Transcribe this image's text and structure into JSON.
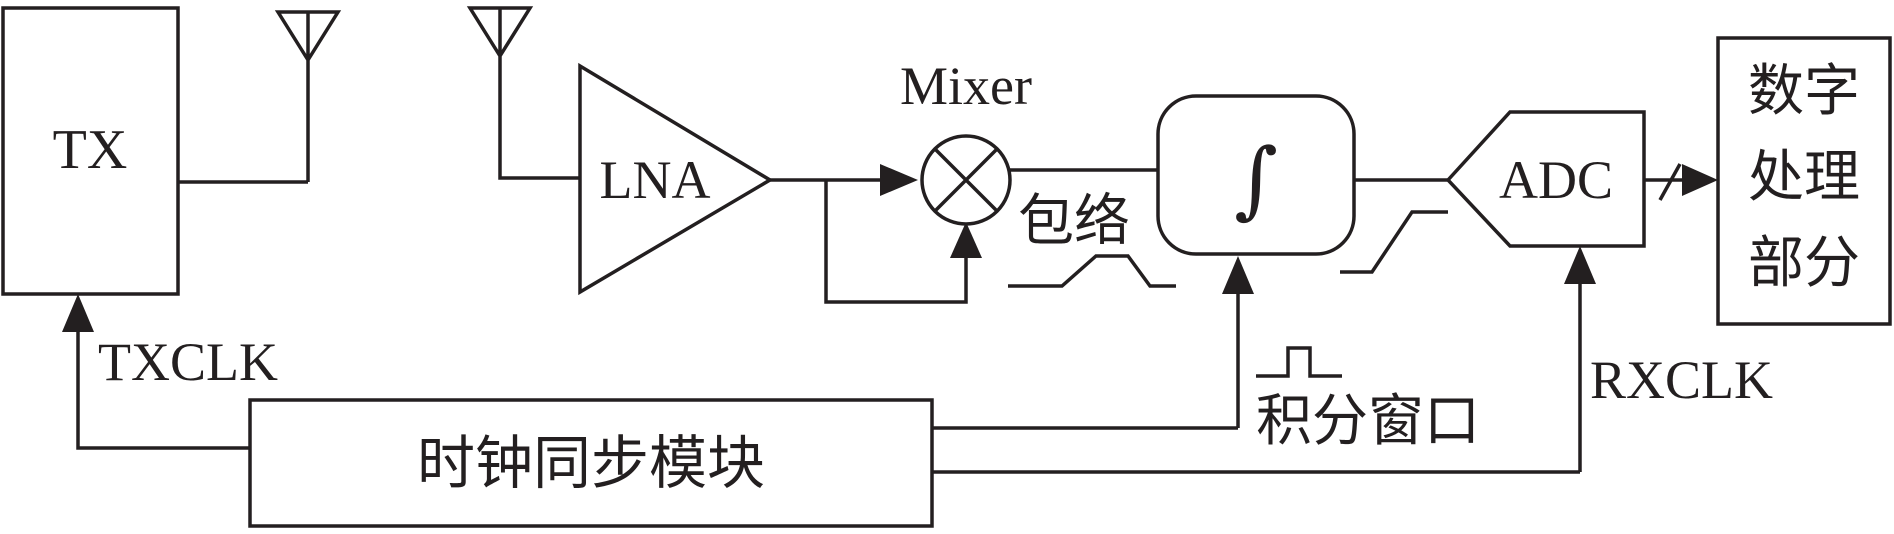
{
  "diagram": {
    "tx_label": "TX",
    "lna_label": "LNA",
    "mixer_label": "Mixer",
    "envelope_label": "包络",
    "integrator_symbol": "∫",
    "adc_label": "ADC",
    "dsp_label_line1": "数字",
    "dsp_label_line2": "处理",
    "dsp_label_line3": "部分",
    "txclk_label": "TXCLK",
    "rxclk_label": "RXCLK",
    "integration_window_label": "积分窗口",
    "clock_sync_label": "时钟同步模块",
    "line_color": "#231f20"
  }
}
